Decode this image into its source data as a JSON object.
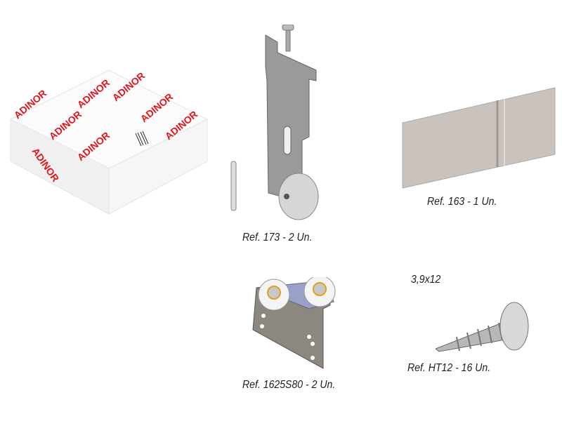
{
  "box": {
    "logo_text": "ADINOR"
  },
  "items": [
    {
      "id": "173",
      "caption": "Ref. 173 - 2 Un."
    },
    {
      "id": "163",
      "caption": "Ref. 163 - 1 Un."
    },
    {
      "id": "1625S80",
      "caption": "Ref. 1625S80 - 2 Un."
    },
    {
      "id": "HT12",
      "caption": "Ref. HT12 - 16 Un.",
      "size_label": "3,9x12"
    }
  ],
  "colors": {
    "logo_red": "#e0161e",
    "metal": "#9a9a9a",
    "track": "#c9c2bd"
  }
}
